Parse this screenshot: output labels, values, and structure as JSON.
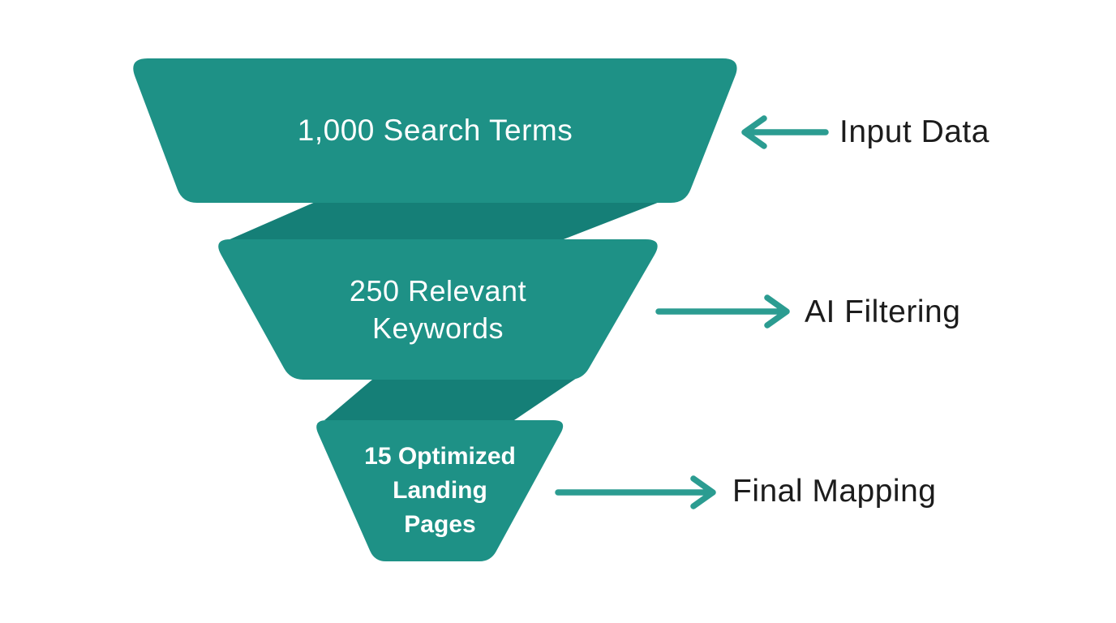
{
  "background": "#ffffff",
  "funnel": {
    "stages": [
      {
        "name": "search-terms",
        "value": "1,000",
        "label": "1,000 Search Terms"
      },
      {
        "name": "relevant-keywords",
        "value": "250",
        "label": "250 Relevant\nKeywords"
      },
      {
        "name": "optimized-landing-pages",
        "value": "15",
        "label": "15 Optimized\nLanding\nPages"
      }
    ],
    "colors": {
      "body": "#1e9186",
      "fold": "#157f77",
      "label_text": "#ffffff"
    }
  },
  "annotations": [
    {
      "label": "Input Data",
      "arrow_direction": "left"
    },
    {
      "label": "AI Filtering",
      "arrow_direction": "right"
    },
    {
      "label": "Final Mapping",
      "arrow_direction": "right"
    }
  ],
  "annotation_style": {
    "arrow_color": "#2b9c91",
    "text_color": "#1c1c1c"
  }
}
